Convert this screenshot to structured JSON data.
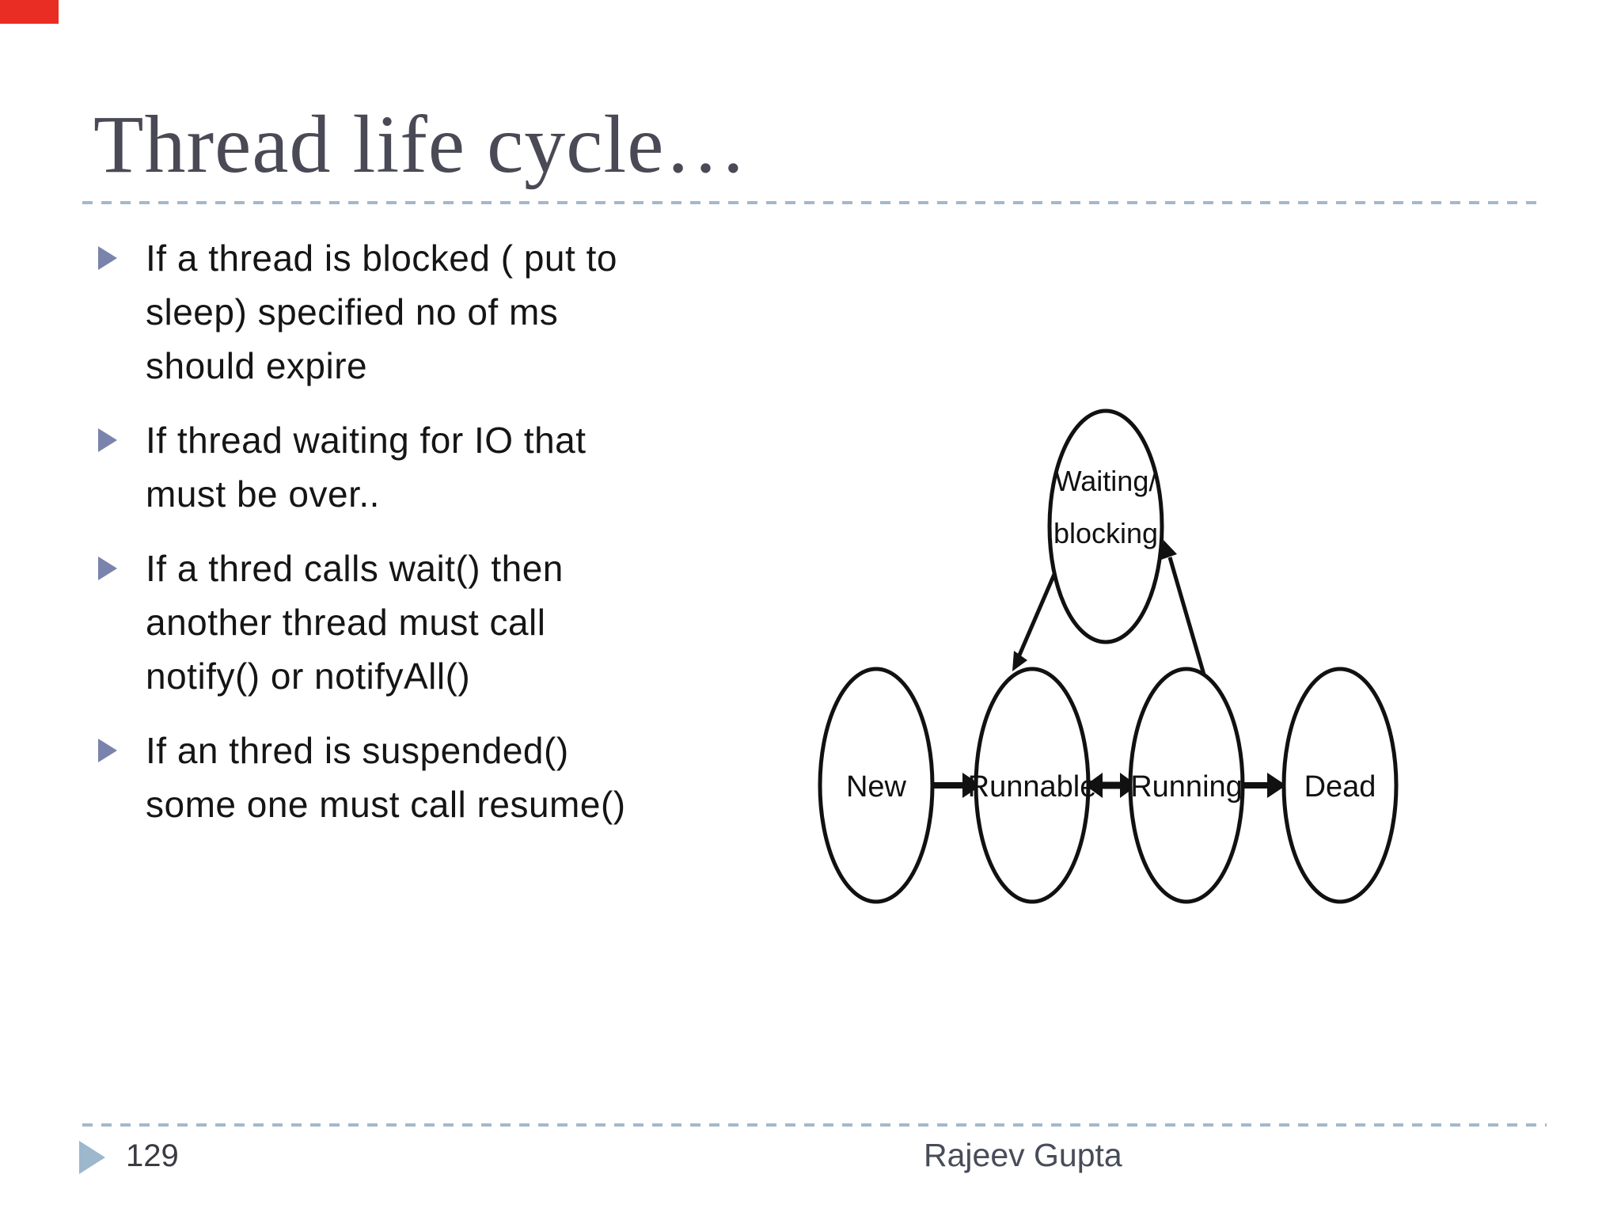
{
  "slide": {
    "title": "Thread life cycle…",
    "bullets": [
      "If a thread is blocked ( put to\nsleep) specified no of ms\nshould expire",
      "If thread waiting for IO that\nmust be over..",
      "If a thred calls wait() then\nanother thread must call\nnotify() or notifyAll()",
      "If an thred is suspended()\nsome one must call resume()"
    ],
    "diagram": {
      "states": [
        {
          "id": "waiting",
          "label_lines": [
            "Waiting/",
            "blocking"
          ]
        },
        {
          "id": "new",
          "label": "New"
        },
        {
          "id": "runnable",
          "label": "Runnable"
        },
        {
          "id": "running",
          "label": "Running"
        },
        {
          "id": "dead",
          "label": "Dead"
        }
      ],
      "transitions": [
        {
          "from": "New",
          "to": "Runnable",
          "type": "arrow"
        },
        {
          "from": "Runnable",
          "to": "Running",
          "type": "double-arrow"
        },
        {
          "from": "Running",
          "to": "Dead",
          "type": "arrow"
        },
        {
          "from": "Waiting/blocking",
          "to": "Runnable",
          "type": "arrow"
        },
        {
          "from": "Running",
          "to": "Waiting/blocking",
          "type": "arrow"
        }
      ]
    },
    "footer": {
      "page_number": "129",
      "author": "Rajeev Gupta"
    },
    "colors": {
      "corner_marker": "#ea2d24",
      "title_text": "#4a4a56",
      "rule_dash": "#a4b8cb",
      "bullet_marker": "#7a83ac",
      "body_text": "#151515",
      "diagram_stroke": "#111111",
      "footer_marker": "#9db7cd",
      "footer_text": "#474c58"
    }
  }
}
